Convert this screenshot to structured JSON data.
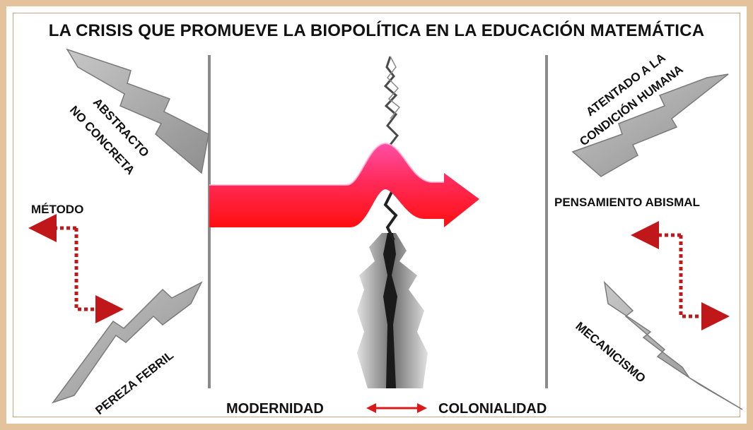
{
  "title": "LA CRISIS QUE PROMUEVE LA BIOPOLÍTICA EN LA EDUCACIÓN MATEMÁTICA",
  "labels": {
    "abstracto": "ABSTRACTO",
    "no_concreta": "NO CONCRETA",
    "metodo": "MÉTODO",
    "pereza_febril": "PEREZA FEBRIL",
    "atentado": "ATENTADO A LA",
    "condicion_humana": "CONDICIÓN HUMANA",
    "pensamiento_abismal": "PENSAMIENTO ABISMAL",
    "mecanicismo": "MECANICISMO",
    "modernidad": "MODERNIDAD",
    "colonialidad": "COLONIALIDAD"
  },
  "colors": {
    "frame": "#e4c39c",
    "arrow_red": "#ff1a1a",
    "arrow_pink": "#ff2a8a",
    "dotted_arrow": "#c0181a",
    "lightning": "#9a9a9a",
    "crack": "#333333"
  },
  "icons": [
    "lightning-bolt-icon",
    "dotted-double-arrow-icon",
    "double-headed-arrow-icon",
    "crack-icon",
    "wave-arrow-icon"
  ]
}
